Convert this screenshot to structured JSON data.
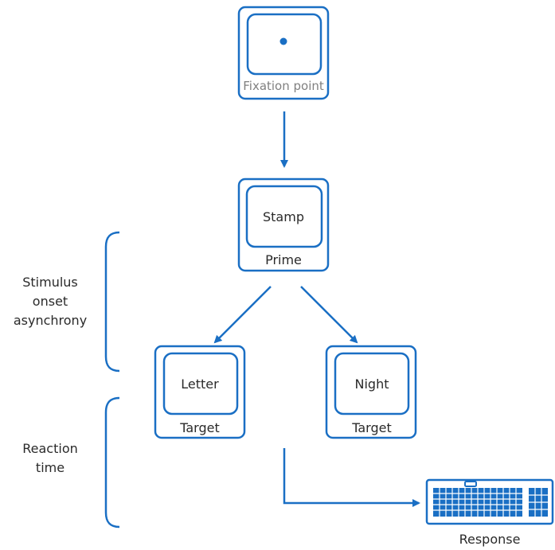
{
  "colors": {
    "primary": "#1a6fc4",
    "text": "#2a2a2a",
    "muted_text": "#808080",
    "background": "#ffffff"
  },
  "fixation": {
    "caption": "Fixation point"
  },
  "prime": {
    "word": "Stamp",
    "caption": "Prime"
  },
  "target_left": {
    "word": "Letter",
    "caption": "Target"
  },
  "target_right": {
    "word": "Night",
    "caption": "Target"
  },
  "intervals": {
    "soa": {
      "lines": [
        "Stimulus",
        "onset",
        "asynchrony"
      ]
    },
    "reaction_time": {
      "lines": [
        "Reaction",
        "time"
      ]
    }
  },
  "response": {
    "caption": "Response",
    "icon": "keyboard-icon"
  }
}
